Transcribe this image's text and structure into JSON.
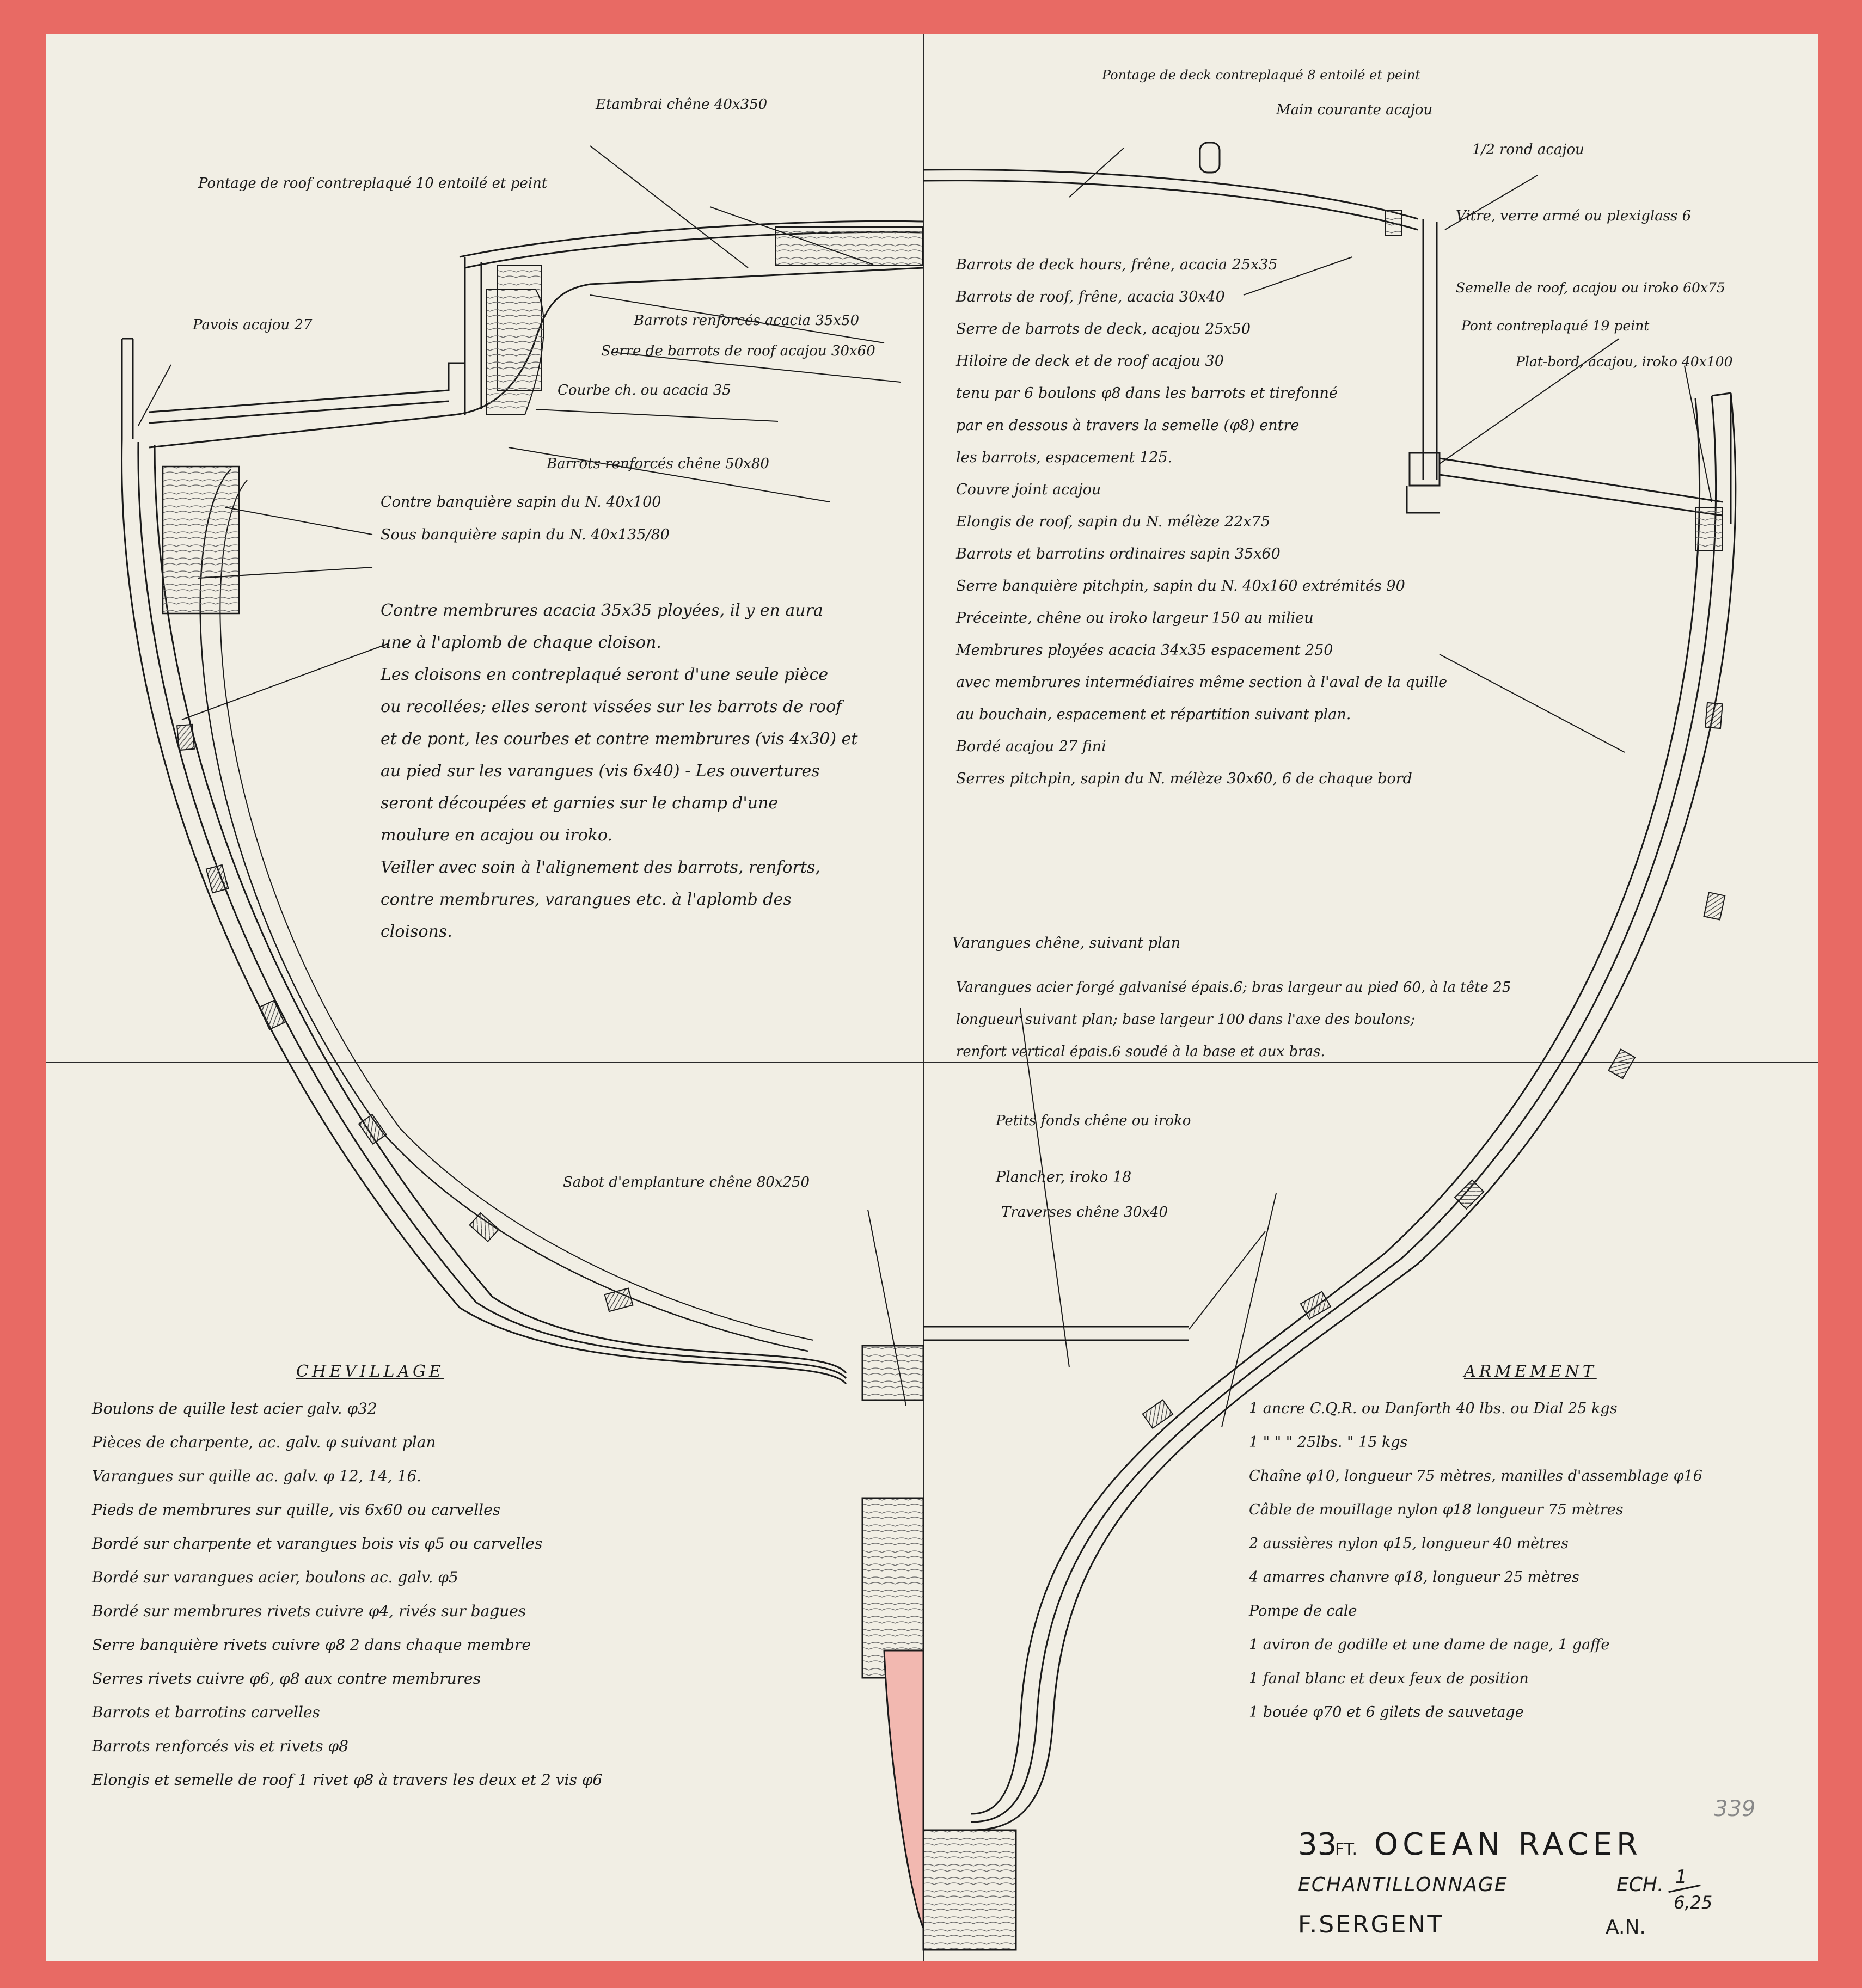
{
  "title_block": {
    "size": "33",
    "size_unit": "FT.",
    "name": "OCEAN RACER",
    "subtitle": "ECHANTILLONNAGE",
    "scale_prefix": "ECH.",
    "scale_num": "1",
    "scale_den": "6,25",
    "designer": "F.SERGENT",
    "initials": "A.N.",
    "sheet_number": "339"
  },
  "callouts": {
    "left": [
      "Etambrai chêne 40x350",
      "Pontage de roof contreplaqué 10 entoilé et peint",
      "Pavois acajou 27",
      "Barrots renforcés acacia 35x50",
      "Serre de barrots de roof acajou 30x60",
      "Courbe ch. ou acacia 35",
      "Barrots renforcés chêne 50x80",
      "Contre banquière sapin du N. 40x100",
      "Sous banquière sapin du N. 40x135/80",
      "Sabot d'emplanture chêne 80x250"
    ],
    "right": [
      "Pontage de deck contreplaqué 8 entoilé et peint",
      "Main courante acajou",
      "1/2 rond acajou",
      "Vitre, verre armé ou plexiglass 6",
      "Semelle de roof, acajou ou iroko 60x75",
      "Pont contreplaqué 19 peint",
      "Plat-bord, acajou, iroko 40x100",
      "Varangues chêne, suivant plan",
      "Petits fonds chêne ou iroko",
      "Plancher, iroko 18",
      "Traverses chêne 30x40"
    ]
  },
  "notes_left": [
    "Contre membrures acacia 35x35 ployées, il y en aura",
    "une à l'aplomb de chaque cloison.",
    "Les cloisons en contreplaqué seront d'une seule pièce",
    "ou recollées; elles seront vissées sur les barrots de roof",
    "et de pont, les courbes et contre membrures (vis 4x30) et",
    "au pied sur les varangues (vis 6x40) - Les ouvertures",
    "seront découpées et garnies sur le champ d'une",
    "moulure en acajou ou iroko.",
    "Veiller avec soin à l'alignement des barrots, renforts,",
    "contre membrures, varangues etc. à l'aplomb des",
    "cloisons."
  ],
  "notes_right": [
    "Barrots de deck hours, frêne, acacia 25x35",
    "Barrots de roof, frêne, acacia 30x40",
    "Serre de barrots de deck, acajou 25x50",
    "Hiloire de deck et de roof acajou 30",
    "tenu par 6 boulons φ8 dans les barrots et tirefonné",
    "par en dessous à travers la semelle (φ8) entre",
    "les barrots, espacement 125.",
    "Couvre joint acajou",
    "Elongis de roof, sapin du N. mélèze 22x75",
    "Barrots et barrotins ordinaires sapin 35x60",
    "Serre banquière pitchpin, sapin du N. 40x160 extrémités 90",
    "Préceinte, chêne ou iroko largeur 150 au milieu",
    "Membrures ployées acacia 34x35 espacement 250",
    "avec membrures intermédiaires même section à l'aval de la quille",
    "au bouchain, espacement et répartition suivant plan.",
    "Bordé acajou 27 fini",
    "Serres pitchpin, sapin du N. mélèze 30x60, 6 de chaque bord"
  ],
  "notes_varangues": [
    "Varangues acier forgé galvanisé épais.6; bras largeur au pied 60, à la tête 25",
    "longueur suivant plan; base largeur 100 dans l'axe des boulons;",
    "renfort vertical épais.6 soudé à la base et aux bras."
  ],
  "chevillage": {
    "title": "CHEVILLAGE",
    "items": [
      "Boulons de quille lest acier galv. φ32",
      "Pièces de charpente, ac. galv. φ suivant plan",
      "Varangues sur quille ac. galv. φ 12, 14, 16.",
      "Pieds de membrures sur quille, vis 6x60 ou carvelles",
      "Bordé sur charpente et varangues bois vis φ5 ou carvelles",
      "Bordé sur varangues acier, boulons ac. galv. φ5",
      "Bordé sur membrures rivets cuivre φ4, rivés sur bagues",
      "Serre banquière rivets cuivre φ8 2 dans chaque membre",
      "Serres rivets cuivre φ6, φ8 aux contre membrures",
      "Barrots et barrotins carvelles",
      "Barrots renforcés vis et rivets φ8",
      "Elongis et semelle de roof 1 rivet φ8 à travers les deux et 2 vis φ6"
    ]
  },
  "armement": {
    "title": "ARMEMENT",
    "items": [
      "1 ancre   C.Q.R. ou Danforth 40 lbs. ou Dial 25 kgs",
      "1     \"          \"          \" 25lbs.    \" 15 kgs",
      "Chaîne φ10, longueur 75 mètres, manilles d'assemblage φ16",
      "Câble de mouillage nylon φ18 longueur 75 mètres",
      "2 aussières nylon φ15, longueur 40 mètres",
      "4 amarres chanvre φ18, longueur 25 mètres",
      "Pompe de cale",
      "1 aviron de godille et une dame de nage, 1 gaffe",
      "1 fanal blanc et deux feux de position",
      "1 bouée φ70 et 6 gilets de sauvetage"
    ]
  },
  "colors": {
    "paper": "#f1eee4",
    "frame": "#e86a64",
    "ink": "#1a1a1a",
    "keel_tint": "#f2b8b0"
  }
}
